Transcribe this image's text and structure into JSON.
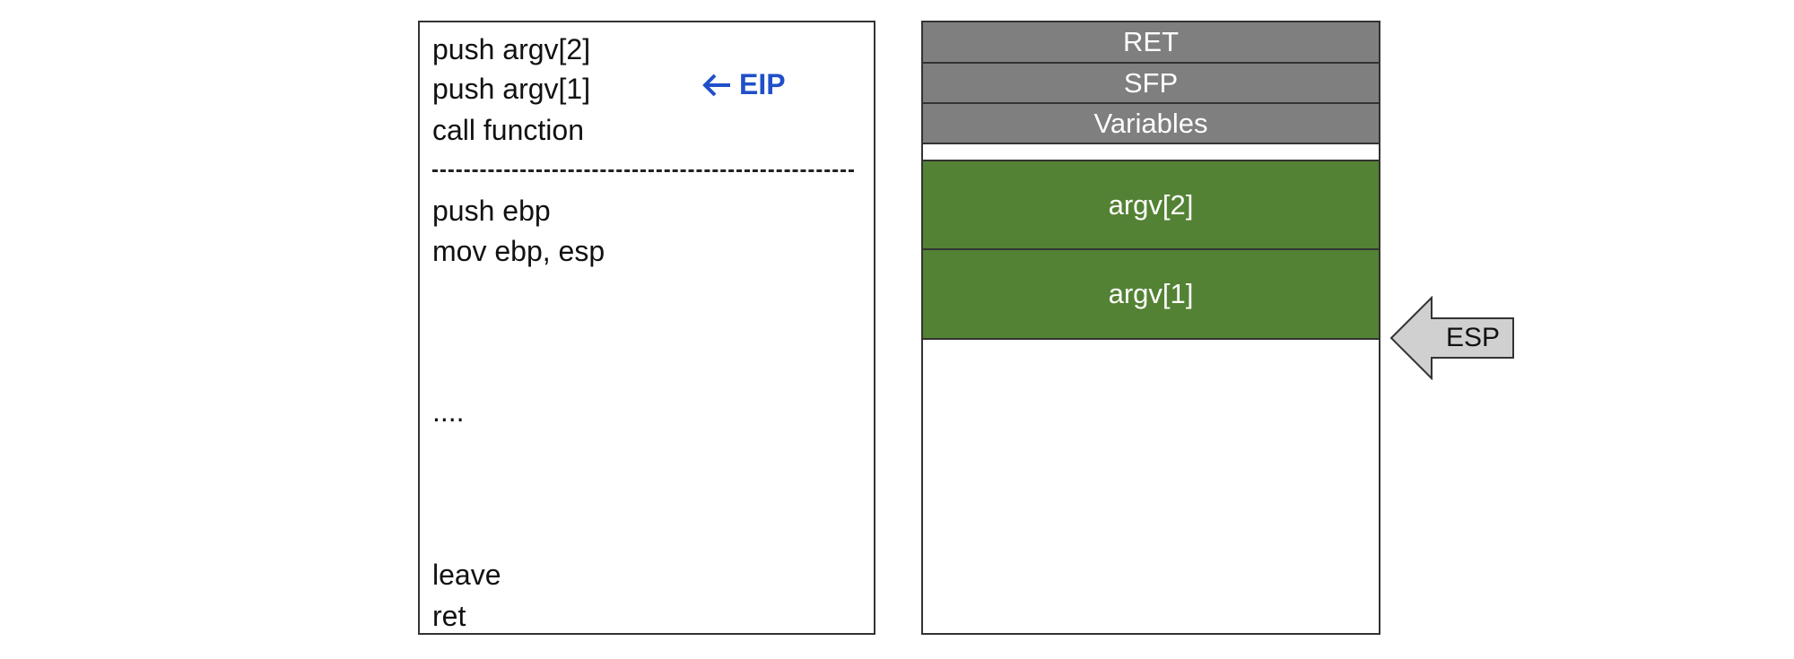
{
  "code": {
    "lines": [
      "push argv[2]",
      "push argv[1]",
      "call function",
      "push ebp",
      "mov ebp, esp",
      "....",
      "leave",
      "ret"
    ]
  },
  "eip": {
    "label": "EIP",
    "color": "#2050c8",
    "icon": "left-arrow-icon"
  },
  "stack": {
    "cells": [
      {
        "label": "RET",
        "color": "#7f7f7f"
      },
      {
        "label": "SFP",
        "color": "#7f7f7f"
      },
      {
        "label": "Variables",
        "color": "#7f7f7f"
      },
      {
        "label": "argv[2]",
        "color": "#548235"
      },
      {
        "label": "argv[1]",
        "color": "#548235"
      }
    ]
  },
  "esp": {
    "label": "ESP",
    "color": "#d0d0d0",
    "icon": "left-block-arrow-icon"
  }
}
